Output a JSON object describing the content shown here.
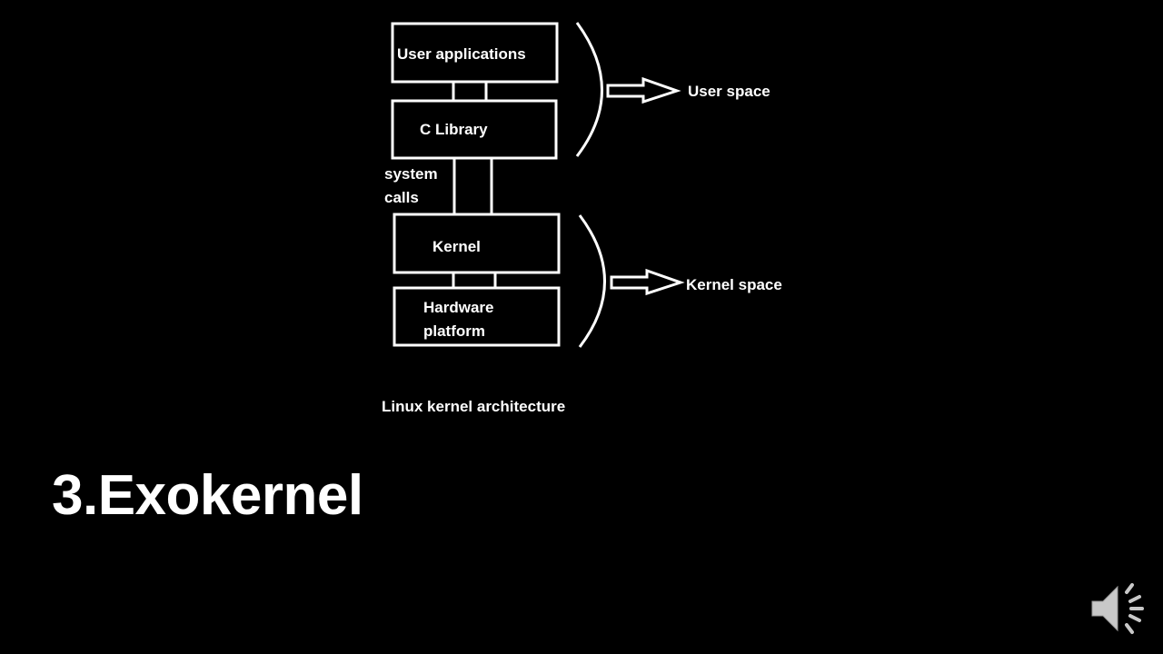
{
  "diagram": {
    "boxes": {
      "user_applications": "User applications",
      "c_library": "C Library",
      "kernel": "Kernel",
      "hardware_line1": "Hardware",
      "hardware_line2": "platform"
    },
    "connector_label_line1": "system",
    "connector_label_line2": "calls",
    "user_space_label": "User space",
    "kernel_space_label": "Kernel space",
    "caption": "Linux kernel architecture"
  },
  "slide": {
    "title": "3.Exokernel"
  },
  "controls": {
    "audio_icon": "speaker-icon"
  },
  "colors": {
    "background": "#000000",
    "foreground": "#ffffff",
    "audio_icon": "#c8c8c8"
  }
}
